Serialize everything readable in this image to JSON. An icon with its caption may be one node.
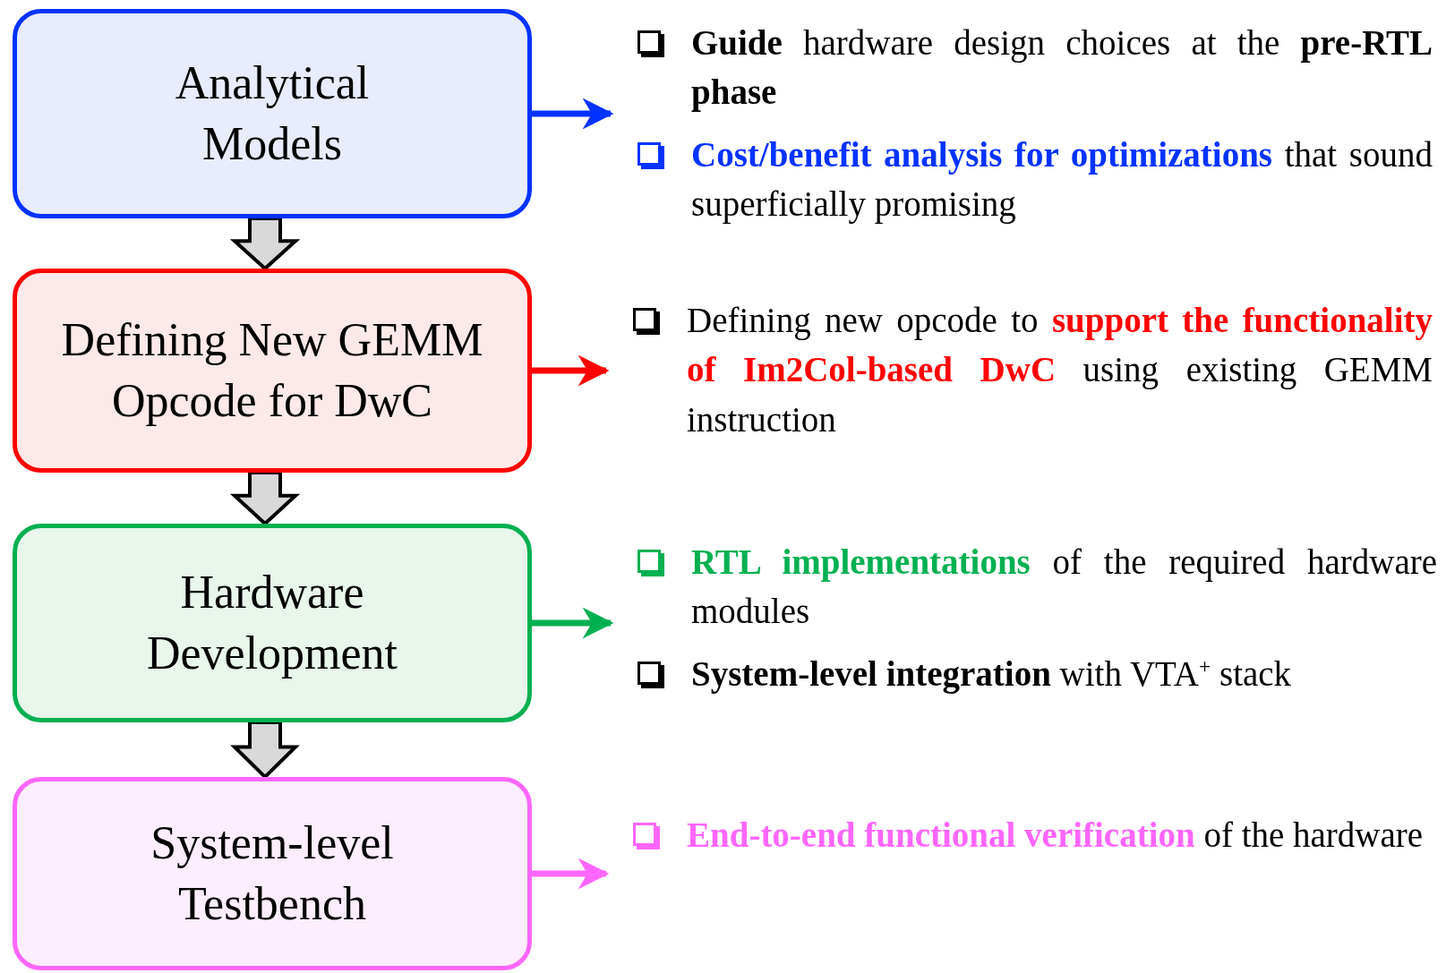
{
  "diagram": {
    "nodes": [
      {
        "text": [
          "Analytical Models"
        ]
      },
      {
        "text": [
          "Defining New GEMM Opcode for DwC"
        ]
      },
      {
        "text": [
          "Hardware Development"
        ]
      },
      {
        "text": [
          "System-level Testbench"
        ]
      },
      {
        "text": [
          "**Guide** hardware design choices at the **pre-RTL phase**",
          "**Cost/benefit analysis for optimizations** that sound superficially promising"
        ]
      },
      {
        "text": [
          "Defining new opcode to **support the functionality of Im2Col-based DwC** using existing GEMM instruction"
        ]
      },
      {
        "text": [
          "**RTL implementations** of the required hardware modules",
          "**System-level integration** with VTA$^{+}$ stack"
        ]
      },
      {
        "text": [
          "**End-to-end functional verification** of the hardware"
        ]
      }
    ],
    "edges": [
      {
        "from": 0,
        "to": 1,
        "arrow": "to",
        "style": "thick",
        "color": "#d9d9d9"
      },
      {
        "from": 1,
        "to": 2,
        "arrow": "to",
        "style": "thick",
        "color": "#d9d9d9"
      },
      {
        "from": 2,
        "to": 3,
        "arrow": "to",
        "style": "thick",
        "color": "#d9d9d9"
      },
      {
        "from": 0,
        "to": 4,
        "arrow": "to",
        "color": "#0033ff"
      },
      {
        "from": 1,
        "to": 5,
        "arrow": "to",
        "color": "#ff0000"
      },
      {
        "from": 2,
        "to": 6,
        "arrow": "to",
        "color": "#00b050"
      },
      {
        "from": 3,
        "to": 7,
        "arrow": "to",
        "color": "#ff66ff"
      }
    ]
  }
}
